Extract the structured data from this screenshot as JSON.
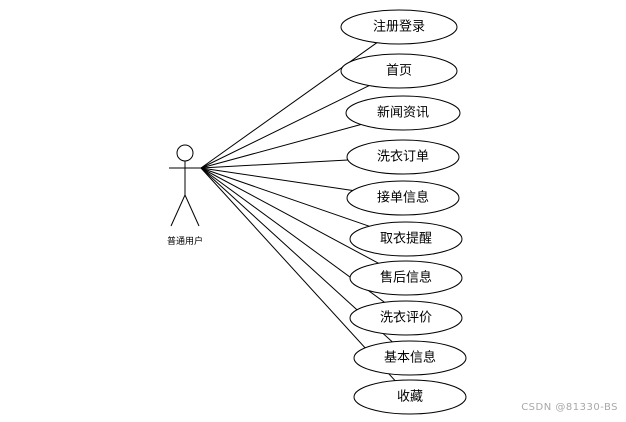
{
  "actor": {
    "name": "普通用户"
  },
  "use_cases": [
    {
      "label": "注册登录"
    },
    {
      "label": "首页"
    },
    {
      "label": "新闻资讯"
    },
    {
      "label": "洗衣订单"
    },
    {
      "label": "接单信息"
    },
    {
      "label": "取衣提醒"
    },
    {
      "label": "售后信息"
    },
    {
      "label": "洗衣评价"
    },
    {
      "label": "基本信息"
    },
    {
      "label": "收藏"
    }
  ],
  "watermark": "CSDN @81330-BS"
}
